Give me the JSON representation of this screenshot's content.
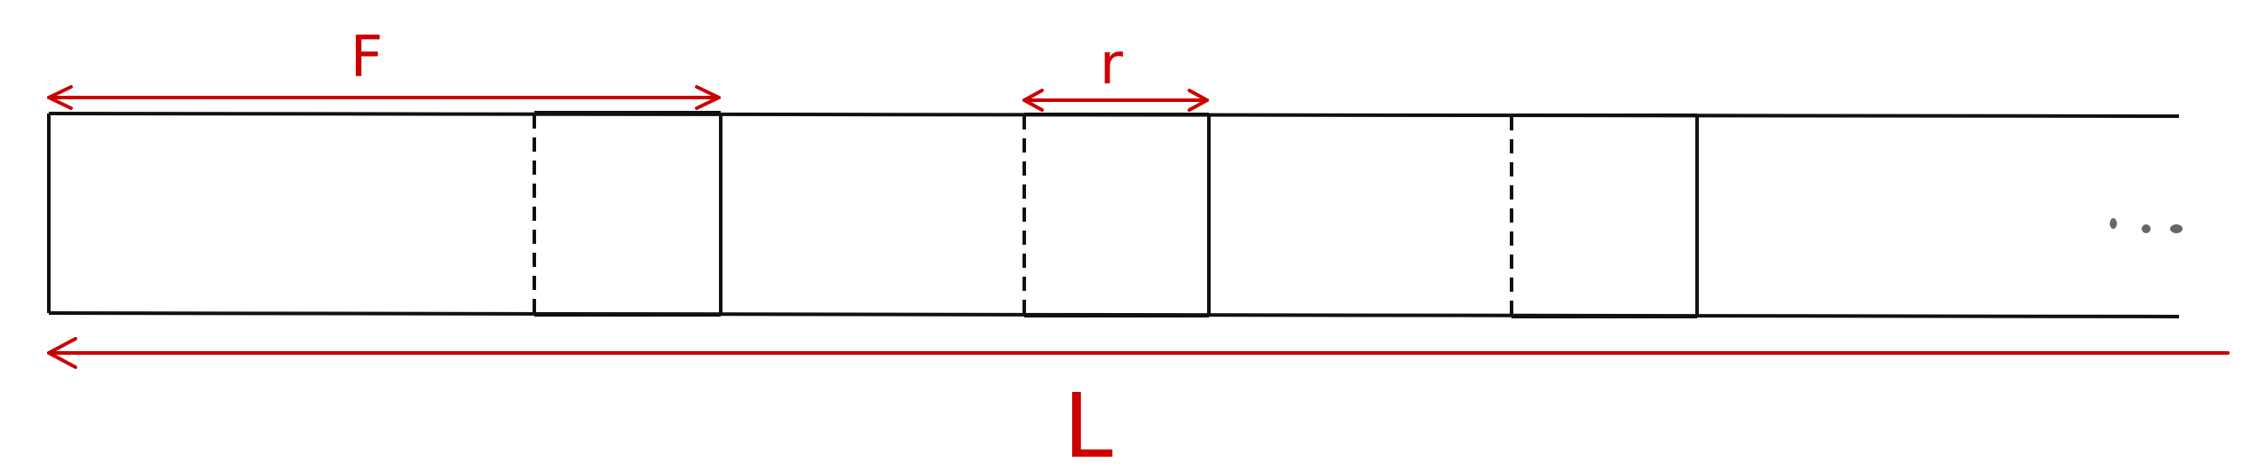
{
  "labels": {
    "F": "F",
    "r": "r",
    "L": "L"
  },
  "colors": {
    "annotation": "#cc0000",
    "lines": "#111111",
    "ellipsis": "#666666"
  },
  "continuation": "ellipsis-dots"
}
